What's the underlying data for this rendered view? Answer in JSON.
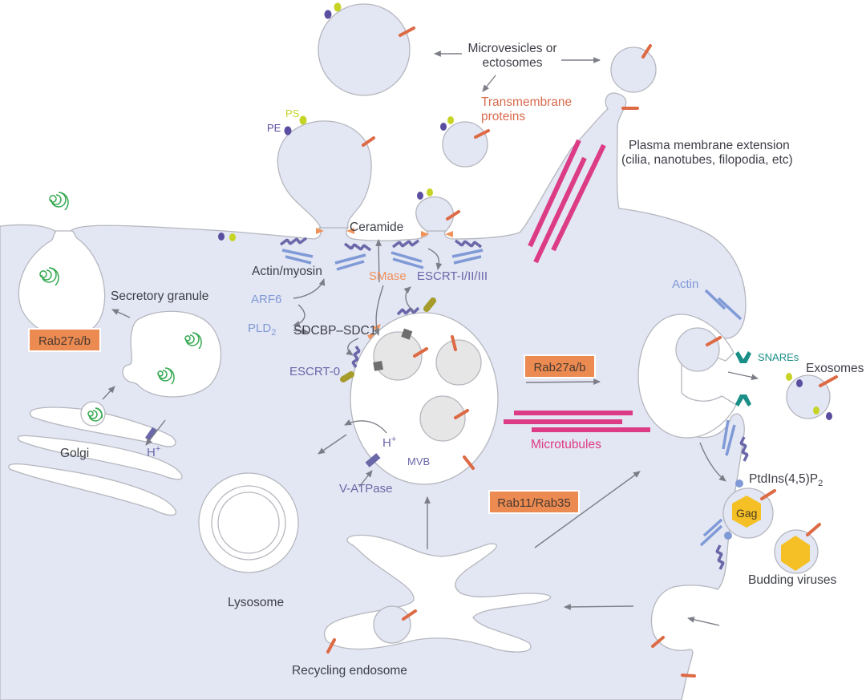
{
  "figure": {
    "title": "Extracellular vesicle biogenesis and release pathways",
    "colors": {
      "cytoplasm": "#e3e6f3",
      "membrane": "#b5b7be",
      "transmembrane_protein": "#dd6a45",
      "microtubule": "#dc3b86",
      "actin": "#7f9ad6",
      "escrt": "#6a68a8",
      "smase": "#f0925a",
      "rab_badge": "#eb8a51",
      "snare": "#1a8f87",
      "gag": "#f4c025",
      "pe": "#5a4ea0",
      "ps": "#c6d426",
      "granule_cargo": "#35a951"
    }
  },
  "labels": {
    "microvesicles": [
      "Microvesicles or",
      "ectosomes"
    ],
    "transmembrane_proteins": [
      "Transmembrane",
      "proteins"
    ],
    "plasma_membrane_extension": [
      "Plasma membrane extension",
      "(cilia, nanotubes, filopodia, etc)"
    ],
    "ps": "PS",
    "pe": "PE",
    "ceramide": "Ceramide",
    "actin_myosin": "Actin/myosin",
    "smase": "SMase",
    "escrt_123": "ESCRT-I/II/III",
    "arf6": "ARF6",
    "pld2": "PLD",
    "pld2_sub": "2",
    "sdcbp_sdc1": "SDCBP–SDC1",
    "escrt_0": "ESCRT-0",
    "secretory_granule": "Secretory granule",
    "golgi": "Golgi",
    "h_plus_golgi": "H",
    "h_plus_mvb": "H",
    "plus_sup": "+",
    "mvb": "MVB",
    "v_atpase": "V-ATPase",
    "lysosome": "Lysosome",
    "recycling_endosome": "Recycling endosome",
    "microtubules": "Microtubules",
    "actin": "Actin",
    "snares": "SNAREs",
    "exosomes": "Exosomes",
    "ptdins": "PtdIns(4,5)P",
    "ptdins_sub": "2",
    "gag": "Gag",
    "budding_viruses": "Budding viruses"
  },
  "badges": {
    "rab27_left": "Rab27a/b",
    "rab27_center": "Rab27a/b",
    "rab11_rab35": "Rab11/Rab35"
  }
}
